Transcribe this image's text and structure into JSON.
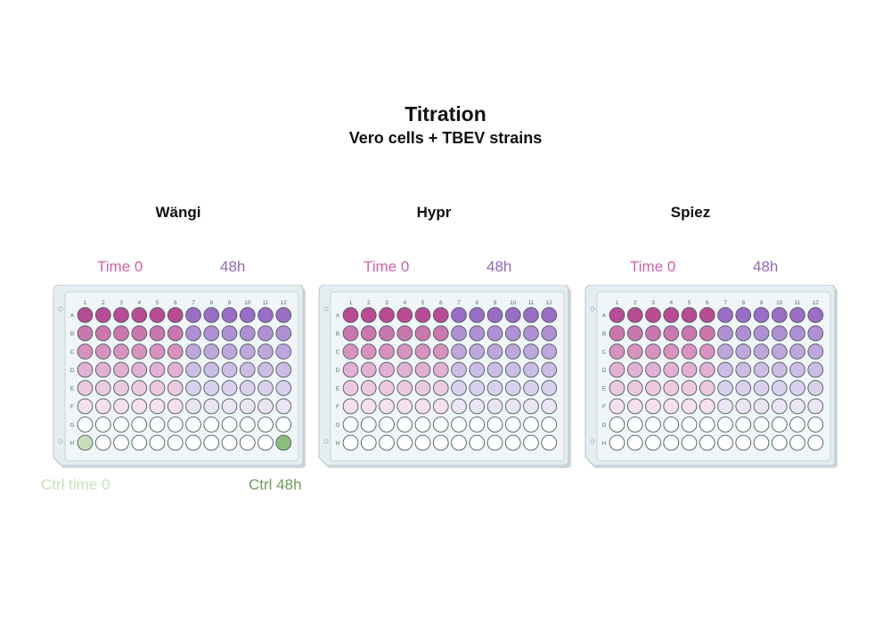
{
  "header": {
    "title": "Titration",
    "subtitle": "Vero cells + TBEV strains"
  },
  "plates": [
    {
      "name": "Wängi",
      "label_time0": "Time 0",
      "label_48h": "48h",
      "controls": true
    },
    {
      "name": "Hypr",
      "label_time0": "Time 0",
      "label_48h": "48h",
      "controls": false
    },
    {
      "name": "Spiez",
      "label_time0": "Time 0",
      "label_48h": "48h",
      "controls": false
    }
  ],
  "controls": {
    "time0_label": "Ctrl time 0",
    "h48_label": "Ctrl 48h",
    "time0_color": "#c8dfb8",
    "h48_color": "#8cc07a"
  },
  "plate_layout": {
    "columns": [
      "1",
      "2",
      "3",
      "4",
      "5",
      "6",
      "7",
      "8",
      "9",
      "10",
      "11",
      "12"
    ],
    "rows": [
      "A",
      "B",
      "C",
      "D",
      "E",
      "F",
      "G",
      "H"
    ],
    "time0_columns": 6,
    "colors": {
      "time0_label": "#d25fa8",
      "h48_label": "#9466b8",
      "time0": [
        "#b94b92",
        "#cc76ae",
        "#d792be",
        "#e2b0d2",
        "#ebc9e1",
        "#f4e0ee",
        "#ffffff",
        "#ffffff"
      ],
      "h48": [
        "#9a6dc6",
        "#b090d4",
        "#bea7dc",
        "#ccbde4",
        "#dbd0ec",
        "#ebe4f4",
        "#ffffff",
        "#ffffff"
      ]
    }
  }
}
